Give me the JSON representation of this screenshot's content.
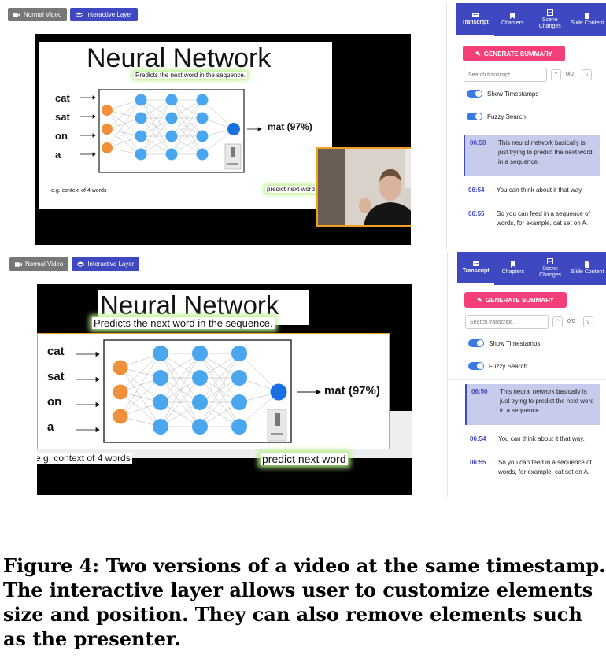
{
  "video_buttons": {
    "normal": "Normal Video",
    "interactive": "Interactive Layer"
  },
  "slide": {
    "title": "Neural Network",
    "subtitle": "Predicts the next word in the sequence.",
    "words": [
      "cat",
      "sat",
      "on",
      "a"
    ],
    "output": "mat (97%)",
    "context": "e.g. context of 4 words",
    "predict": "predict next word"
  },
  "sidebar": {
    "tabs": [
      {
        "label": "Transcript",
        "icon": "caption-icon"
      },
      {
        "label": "Chapters",
        "icon": "bookmark-icon"
      },
      {
        "label": "Scene Changes",
        "icon": "film-icon"
      },
      {
        "label": "Slide Content",
        "icon": "document-icon"
      }
    ],
    "generate_label": "GENERATE SUMMARY",
    "search_placeholder": "Search transcript...",
    "count": "0/0",
    "toggles": [
      "Show Timestamps",
      "Fuzzy Search"
    ],
    "transcript": [
      {
        "time": "06:50",
        "text": "This neural network basically is just trying to predict the next word in a sequence."
      },
      {
        "time": "06:54",
        "text": "You can think about it that way."
      },
      {
        "time": "06:55",
        "text": "So you can feed in a sequence of words, for example, cat set on A."
      }
    ]
  },
  "caption": "Figure 4: Two versions of a video at the same timestamp. The interactive layer allows user to customize elements size and position. They can also remove elements such as the presenter.",
  "colors": {
    "accent": "#3f48c0",
    "generate": "#f43f79",
    "input_node": "#f0903a",
    "hidden_node": "#4aa6ef",
    "output_node": "#1a6fe0",
    "highlight": "#f0a020"
  }
}
